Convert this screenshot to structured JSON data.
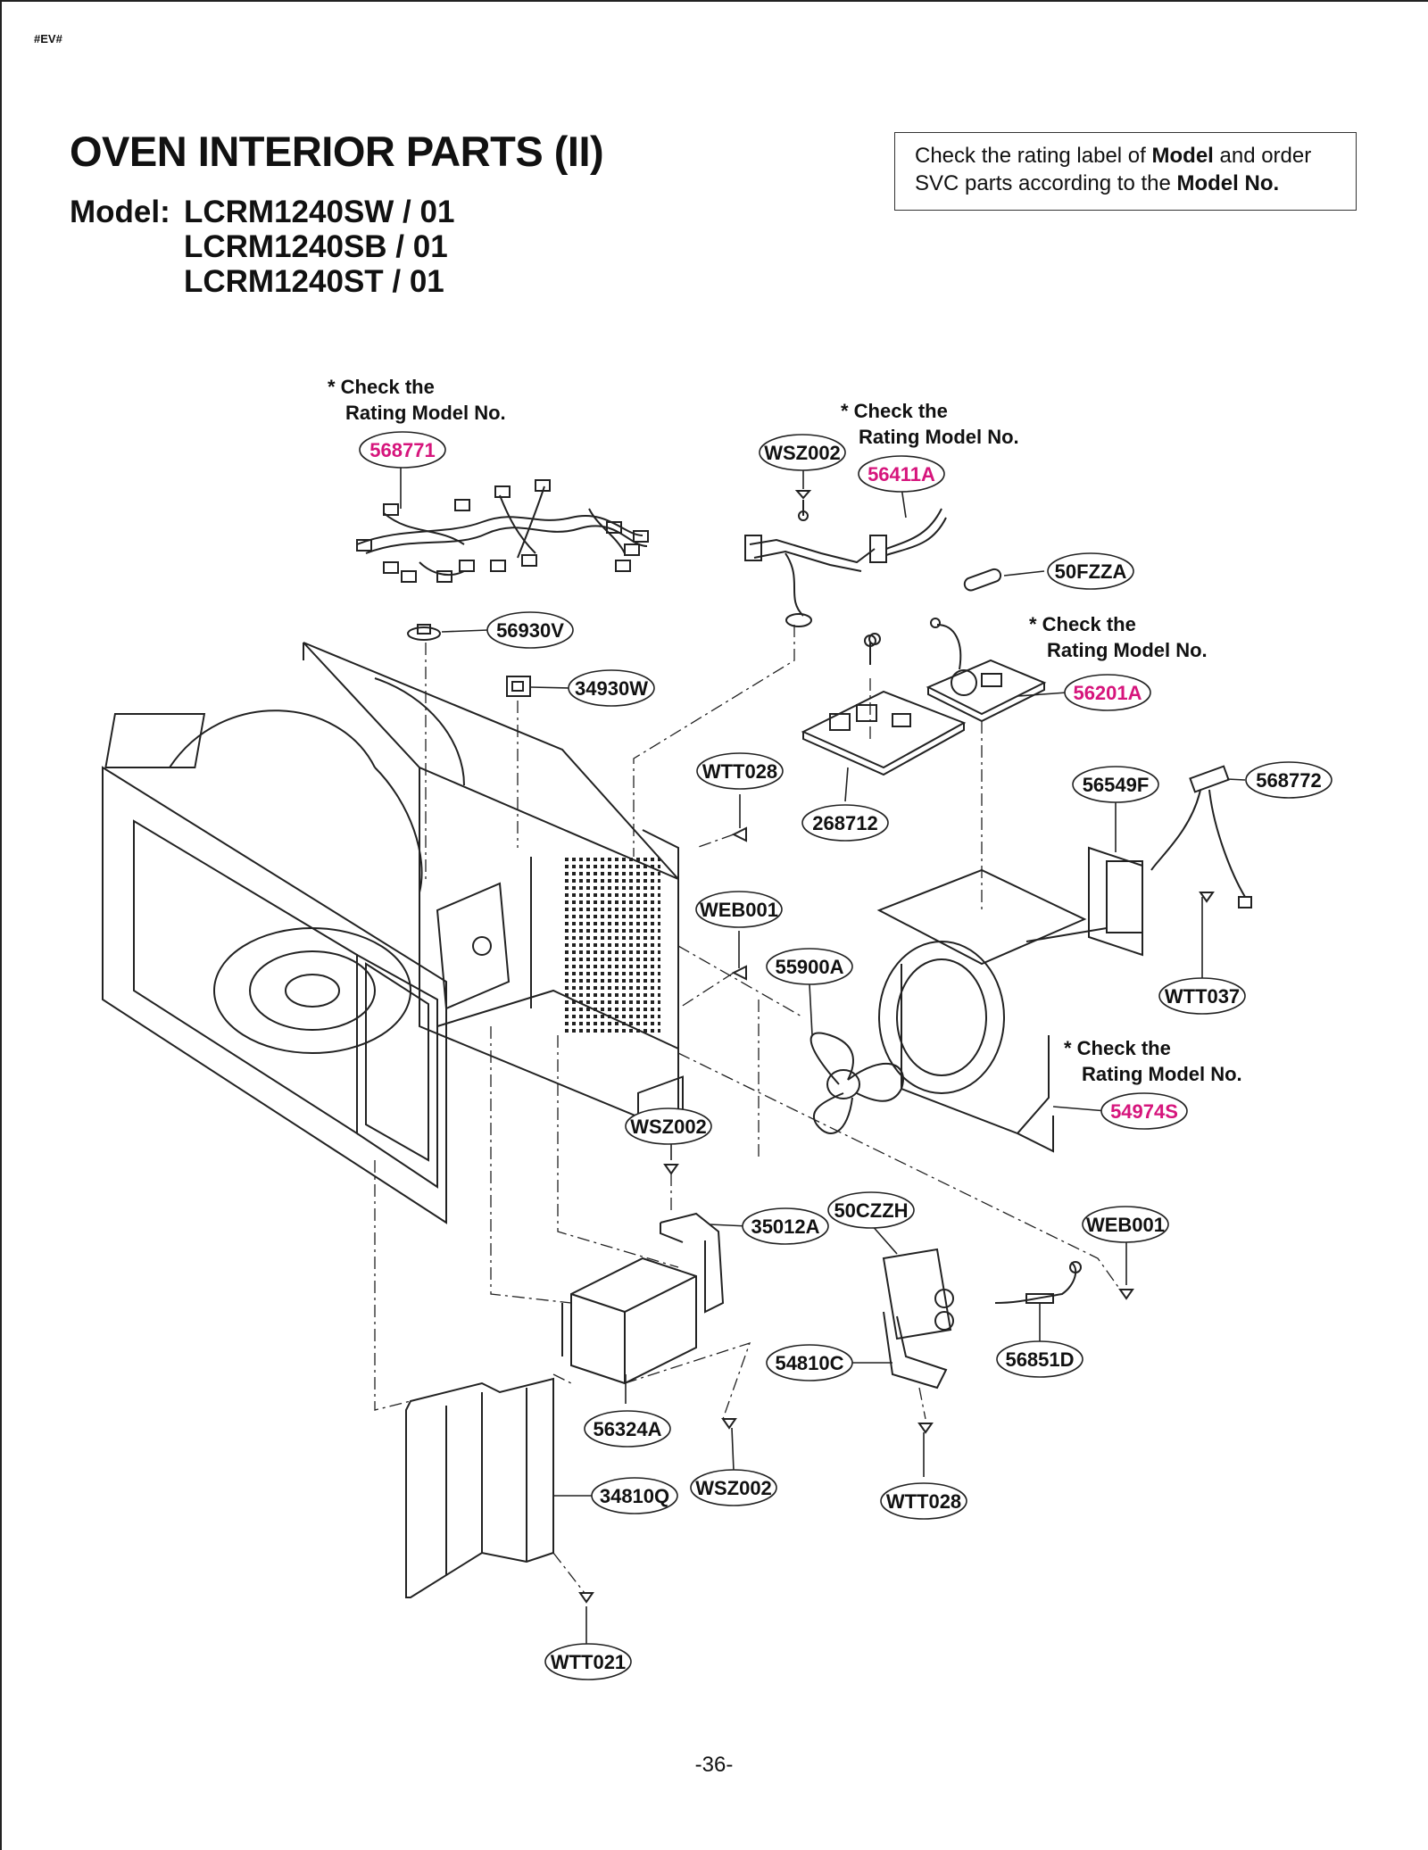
{
  "page": {
    "corner_tag": "#EV#",
    "title": "OVEN INTERIOR PARTS (II)",
    "model_label": "Model:",
    "models": [
      "LCRM1240SW / 01",
      "LCRM1240SB / 01",
      "LCRM1240ST / 01"
    ],
    "note_box": {
      "part1": "Check the rating label of ",
      "bold1": "Model",
      "part2": " and order SVC parts according to the ",
      "bold2": "Model No."
    },
    "page_number": "-36-"
  },
  "notes": {
    "line1": "* Check the",
    "line2": "Rating Model No."
  },
  "colors": {
    "ink": "#111111",
    "highlight": "#d6157c",
    "line": "#222222"
  },
  "parts": [
    {
      "id": "568771",
      "highlight": true
    },
    {
      "id": "WSZ002",
      "highlight": false
    },
    {
      "id": "56411A",
      "highlight": true
    },
    {
      "id": "50FZZA",
      "highlight": false
    },
    {
      "id": "56930V",
      "highlight": false
    },
    {
      "id": "34930W",
      "highlight": false
    },
    {
      "id": "56201A",
      "highlight": true
    },
    {
      "id": "WTT028",
      "highlight": false
    },
    {
      "id": "268712",
      "highlight": false
    },
    {
      "id": "56549F",
      "highlight": false
    },
    {
      "id": "568772",
      "highlight": false
    },
    {
      "id": "WEB001",
      "highlight": false
    },
    {
      "id": "55900A",
      "highlight": false
    },
    {
      "id": "WTT037",
      "highlight": false
    },
    {
      "id": "54974S",
      "highlight": true
    },
    {
      "id": "WSZ002",
      "highlight": false
    },
    {
      "id": "35012A",
      "highlight": false
    },
    {
      "id": "50CZZH",
      "highlight": false
    },
    {
      "id": "WEB001",
      "highlight": false
    },
    {
      "id": "54810C",
      "highlight": false
    },
    {
      "id": "56851D",
      "highlight": false
    },
    {
      "id": "56324A",
      "highlight": false
    },
    {
      "id": "WSZ002",
      "highlight": false
    },
    {
      "id": "34810Q",
      "highlight": false
    },
    {
      "id": "WTT028",
      "highlight": false
    },
    {
      "id": "WTT021",
      "highlight": false
    }
  ]
}
